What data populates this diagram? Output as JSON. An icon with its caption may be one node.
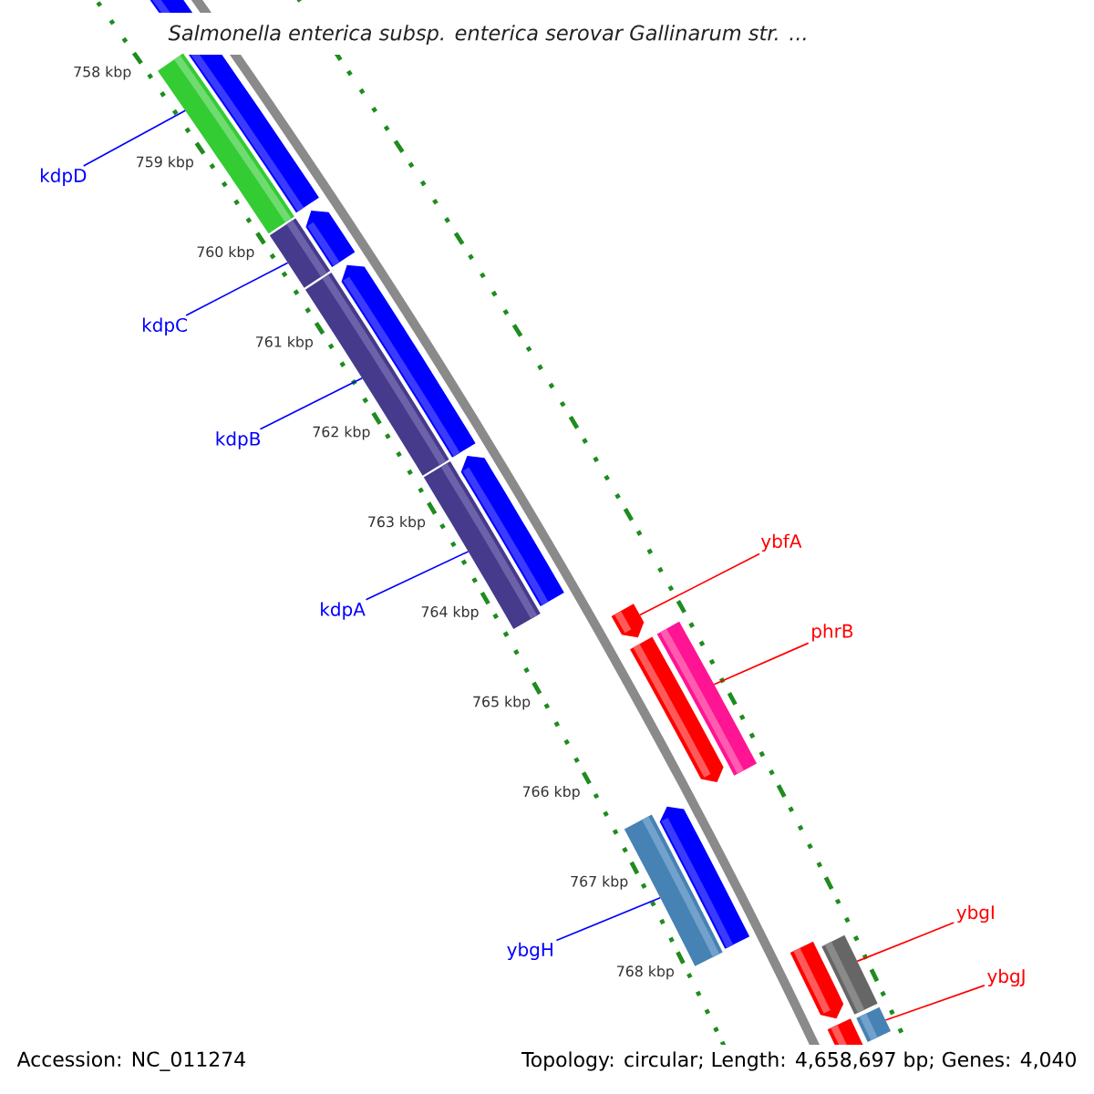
{
  "diagram": {
    "title": "Salmonella enterica subsp. enterica serovar Gallinarum str. ...",
    "nodes": [
      {
        "text": [
          "kdpD"
        ]
      },
      {
        "text": [],
        "shape": "bar"
      },
      {
        "text": [
          "kdpC"
        ]
      },
      {
        "text": [],
        "shape": "bar"
      },
      {
        "text": [
          "kdpB"
        ]
      },
      {
        "text": [],
        "shape": "bar"
      },
      {
        "text": [
          "ybfA"
        ]
      },
      {
        "text": [],
        "shape": "bar"
      },
      {
        "text": [
          "kdpA"
        ]
      },
      {
        "text": [],
        "shape": "bar"
      },
      {
        "text": [
          "phrB"
        ]
      },
      {
        "text": [],
        "shape": "bar"
      },
      {
        "text": [
          "ybgH"
        ]
      },
      {
        "text": [],
        "shape": "bar"
      },
      {
        "text": [
          "ybgI"
        ]
      },
      {
        "text": [],
        "shape": "bar"
      },
      {
        "text": [
          "ybgJ"
        ]
      },
      {
        "text": [],
        "shape": "bar"
      }
    ],
    "edges": [
      {
        "from": 0,
        "to": 1,
        "arrow": "none"
      },
      {
        "from": 2,
        "to": 3,
        "arrow": "none"
      },
      {
        "from": 4,
        "to": 5,
        "arrow": "none"
      },
      {
        "from": 6,
        "to": 7,
        "arrow": "none",
        "color": "#ff0000"
      },
      {
        "from": 8,
        "to": 9,
        "arrow": "none"
      },
      {
        "from": 10,
        "to": 11,
        "arrow": "none",
        "color": "#ff0000"
      },
      {
        "from": 12,
        "to": 13,
        "arrow": "none"
      },
      {
        "from": 14,
        "to": 15,
        "arrow": "none",
        "color": "#ff0000"
      },
      {
        "from": 16,
        "to": 17,
        "arrow": "none",
        "color": "#ff0000"
      }
    ],
    "labels": [
      "758 kbp",
      "759 kbp",
      "760 kbp",
      "761 kbp",
      "762 kbp",
      "763 kbp",
      "764 kbp",
      "765 kbp",
      "766 kbp",
      "767 kbp",
      "768 kbp",
      "Accession: NC_011274",
      "Topology: circular; Length: 4,658,697 bp; Genes: 4,040"
    ]
  }
}
